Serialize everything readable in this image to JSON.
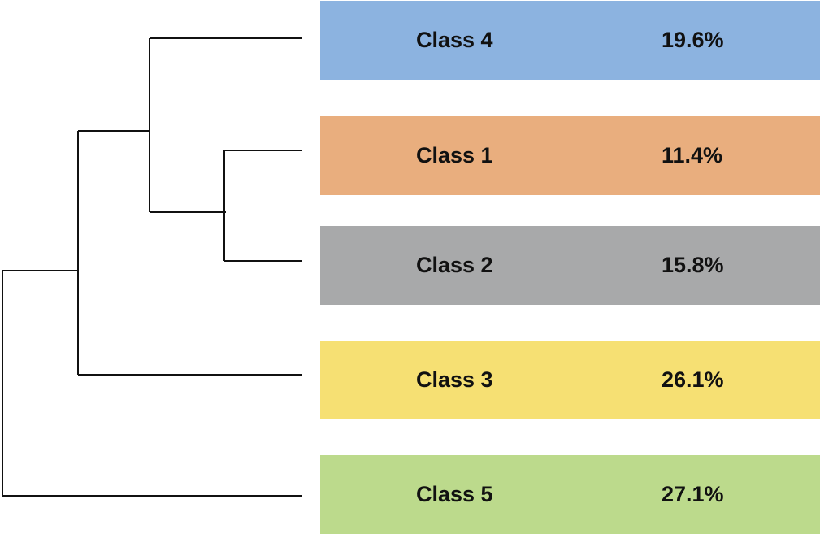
{
  "classes": [
    {
      "label": "Class 4",
      "value": "19.6%",
      "color": "#8cb3e0"
    },
    {
      "label": "Class 1",
      "value": "11.4%",
      "color": "#e9ae7e"
    },
    {
      "label": "Class 2",
      "value": "15.8%",
      "color": "#a8a9aa"
    },
    {
      "label": "Class 3",
      "value": "26.1%",
      "color": "#f6e073"
    },
    {
      "label": "Class 5",
      "value": "27.1%",
      "color": "#bcda8c"
    }
  ]
}
